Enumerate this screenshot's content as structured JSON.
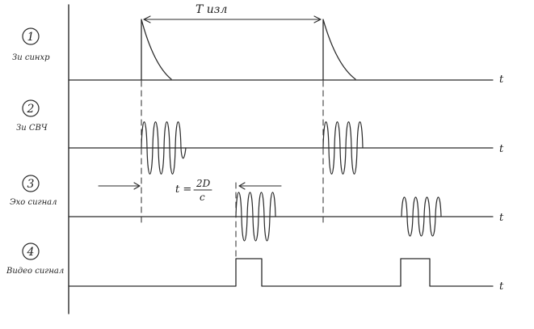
{
  "header": {
    "period_label": "Т изл"
  },
  "axis_symbol": "t",
  "formula": {
    "lhs": "t =",
    "numerator": "2D",
    "denominator": "c"
  },
  "rows": [
    {
      "number": "1",
      "label": "Зи синхр"
    },
    {
      "number": "2",
      "label": "Зи СВЧ"
    },
    {
      "number": "3",
      "label": "Эхо сигнал"
    },
    {
      "number": "4",
      "label": "Видео сигнал"
    }
  ],
  "ink_color": "#2a2a2a"
}
